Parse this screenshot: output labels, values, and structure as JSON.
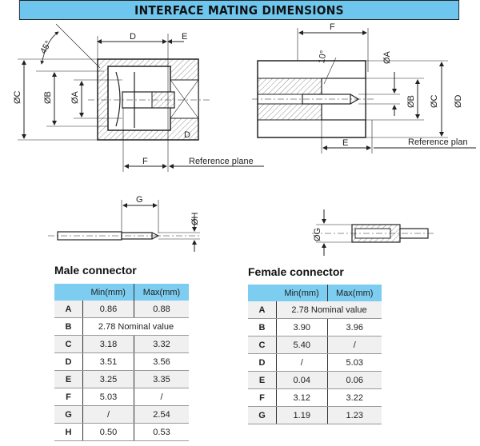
{
  "title": "INTERFACE MATING DIMENSIONS",
  "drawings": {
    "female_top": {
      "d": "D",
      "e": "E",
      "angle": "45°",
      "oc": "ØC",
      "ob": "ØB",
      "oa": "ØA",
      "f": "F",
      "ref": "Reference plane",
      "dmark": "D"
    },
    "male_top": {
      "f": "F",
      "angle": "10°",
      "oa": "ØA",
      "ob": "ØB",
      "oc": "ØC",
      "od": "ØD",
      "e": "E",
      "ref": "Reference plan"
    },
    "pin": {
      "g": "G",
      "oh": "ØH"
    },
    "socket": {
      "og": "ØG"
    }
  },
  "male": {
    "title": "Male connector",
    "headers": [
      "",
      "Min(mm)",
      "Max(mm)"
    ],
    "rows": [
      {
        "k": "A",
        "min": "0.86",
        "max": "0.88"
      },
      {
        "k": "B",
        "span": "2.78 Nominal value"
      },
      {
        "k": "C",
        "min": "3.18",
        "max": "3.32"
      },
      {
        "k": "D",
        "min": "3.51",
        "max": "3.56"
      },
      {
        "k": "E",
        "min": "3.25",
        "max": "3.35"
      },
      {
        "k": "F",
        "min": "5.03",
        "max": "/"
      },
      {
        "k": "G",
        "min": "/",
        "max": "2.54"
      },
      {
        "k": "H",
        "min": "0.50",
        "max": "0.53"
      }
    ]
  },
  "female": {
    "title": "Female connector",
    "headers": [
      "",
      "Min(mm)",
      "Max(mm)"
    ],
    "rows": [
      {
        "k": "A",
        "span": "2.78 Nominal value"
      },
      {
        "k": "B",
        "min": "3.90",
        "max": "3.96"
      },
      {
        "k": "C",
        "min": "5.40",
        "max": "/"
      },
      {
        "k": "D",
        "min": "/",
        "max": "5.03"
      },
      {
        "k": "E",
        "min": "0.04",
        "max": "0.06"
      },
      {
        "k": "F",
        "min": "3.12",
        "max": "3.22"
      },
      {
        "k": "G",
        "min": "1.19",
        "max": "1.23"
      }
    ]
  }
}
